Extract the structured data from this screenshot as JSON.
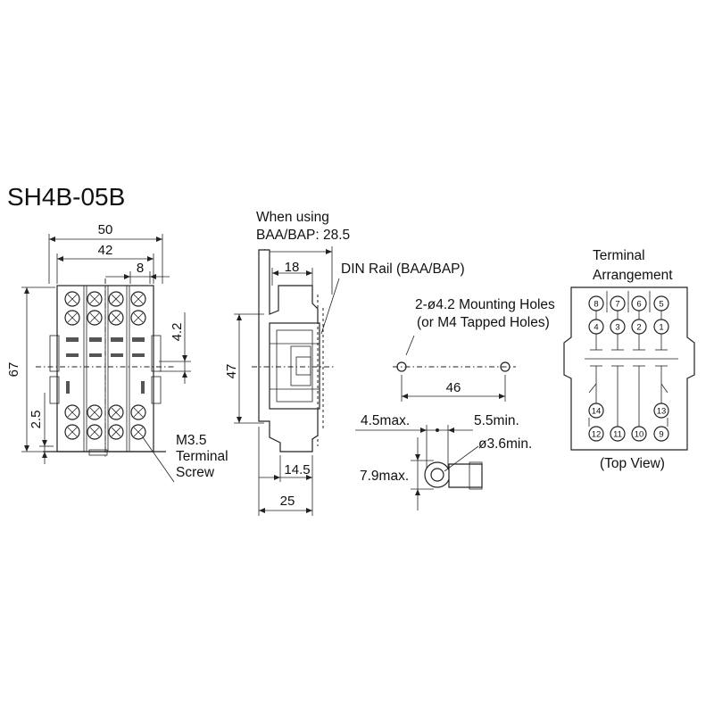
{
  "title": "SH4B-05B",
  "front_view": {
    "dim_width_outer": "50",
    "dim_width_inner": "42",
    "dim_pitch": "8",
    "dim_height": "67",
    "dim_side": "4.2",
    "dim_bottom": "2.5",
    "screw_label_1": "M3.5",
    "screw_label_2": "Terminal",
    "screw_label_3": "Screw"
  },
  "side_view": {
    "note_line_1": "When using",
    "note_line_2": "BAA/BAP: 28.5",
    "dim_top": "18",
    "dim_height": "47",
    "dim_bottom_1": "14.5",
    "dim_bottom_2": "25",
    "din_rail_label": "DIN Rail (BAA/BAP)"
  },
  "mounting": {
    "holes_line_1": "2-ø4.2 Mounting Holes",
    "holes_line_2": "(or M4 Tapped Holes)",
    "dim_spacing": "46",
    "dim_max_width": "4.5max.",
    "dim_min_width": "5.5min.",
    "dim_hole_dia": "ø3.6min.",
    "dim_max_height": "7.9max."
  },
  "terminal_arrangement": {
    "title_1": "Terminal",
    "title_2": "Arrangement",
    "top_row": [
      "8",
      "7",
      "6",
      "5"
    ],
    "second_row": [
      "4",
      "3",
      "2",
      "1"
    ],
    "coil_row": [
      "14",
      "13"
    ],
    "bottom_row": [
      "12",
      "11",
      "10",
      "9"
    ],
    "caption": "(Top View)"
  }
}
